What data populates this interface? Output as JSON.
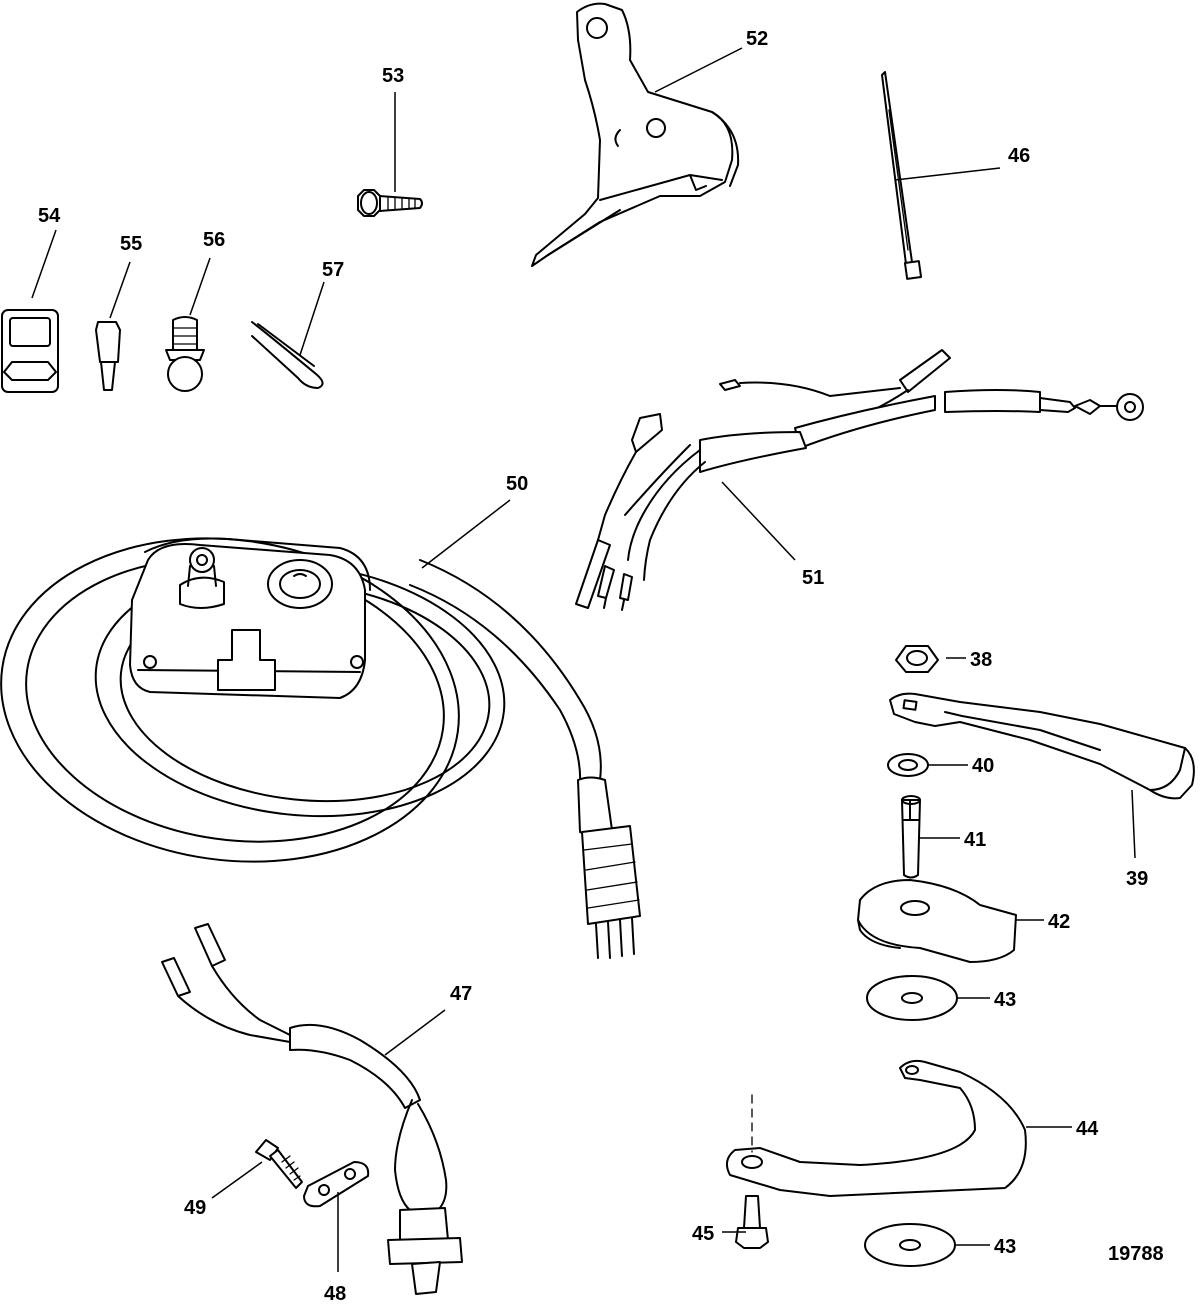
{
  "diagram": {
    "figure_number": "19788",
    "callouts": [
      {
        "id": "c38",
        "label": "38",
        "part": "locknut"
      },
      {
        "id": "c39",
        "label": "39",
        "part": "lever"
      },
      {
        "id": "c40",
        "label": "40",
        "part": "washer"
      },
      {
        "id": "c41",
        "label": "41",
        "part": "pivot-pin"
      },
      {
        "id": "c42",
        "label": "42",
        "part": "cam-plate"
      },
      {
        "id": "c43a",
        "label": "43",
        "part": "washer-upper"
      },
      {
        "id": "c43b",
        "label": "43",
        "part": "washer-lower"
      },
      {
        "id": "c44",
        "label": "44",
        "part": "arc-bracket"
      },
      {
        "id": "c45",
        "label": "45",
        "part": "shoulder-screw"
      },
      {
        "id": "c46",
        "label": "46",
        "part": "cable-tie"
      },
      {
        "id": "c47",
        "label": "47",
        "part": "switch-harness"
      },
      {
        "id": "c48",
        "label": "48",
        "part": "retainer-plate"
      },
      {
        "id": "c49",
        "label": "49",
        "part": "screw"
      },
      {
        "id": "c50",
        "label": "50",
        "part": "control-harness"
      },
      {
        "id": "c51",
        "label": "51",
        "part": "wiring-harness"
      },
      {
        "id": "c52",
        "label": "52",
        "part": "mounting-bracket"
      },
      {
        "id": "c53",
        "label": "53",
        "part": "bolt"
      },
      {
        "id": "c54",
        "label": "54",
        "part": "clip"
      },
      {
        "id": "c55",
        "label": "55",
        "part": "terminal"
      },
      {
        "id": "c56",
        "label": "56",
        "part": "ball-stud"
      },
      {
        "id": "c57",
        "label": "57",
        "part": "cotter-pin"
      }
    ]
  }
}
